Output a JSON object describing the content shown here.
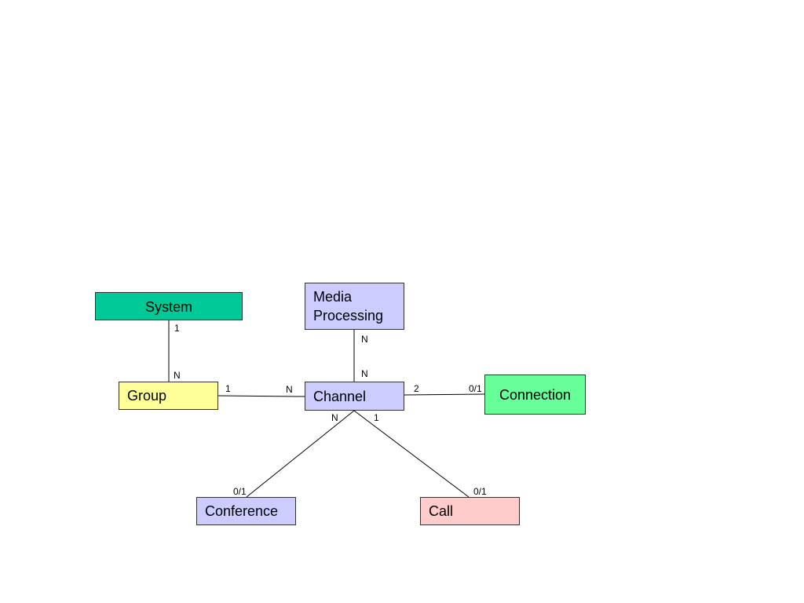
{
  "entities": {
    "system": {
      "label": "System",
      "color": "#00c896"
    },
    "media_processing": {
      "label_line1": "Media",
      "label_line2": "Processing",
      "color": "#ccccff"
    },
    "group": {
      "label": "Group",
      "color": "#ffff99"
    },
    "channel": {
      "label": "Channel",
      "color": "#ccccff"
    },
    "connection": {
      "label": "Connection",
      "color": "#66ff99"
    },
    "conference": {
      "label": "Conference",
      "color": "#ccccff"
    },
    "call": {
      "label": "Call",
      "color": "#ffcccc"
    }
  },
  "cardinalities": {
    "system_group_system_end": "1",
    "system_group_group_end": "N",
    "media_channel_media_end": "N",
    "media_channel_channel_end": "N",
    "group_channel_group_end": "1",
    "group_channel_channel_end": "N",
    "channel_connection_channel_end": "2",
    "channel_connection_connection_end": "0/1",
    "channel_conference_channel_end": "N",
    "channel_conference_conference_end": "0/1",
    "channel_call_channel_end": "1",
    "channel_call_call_end": "0/1"
  }
}
